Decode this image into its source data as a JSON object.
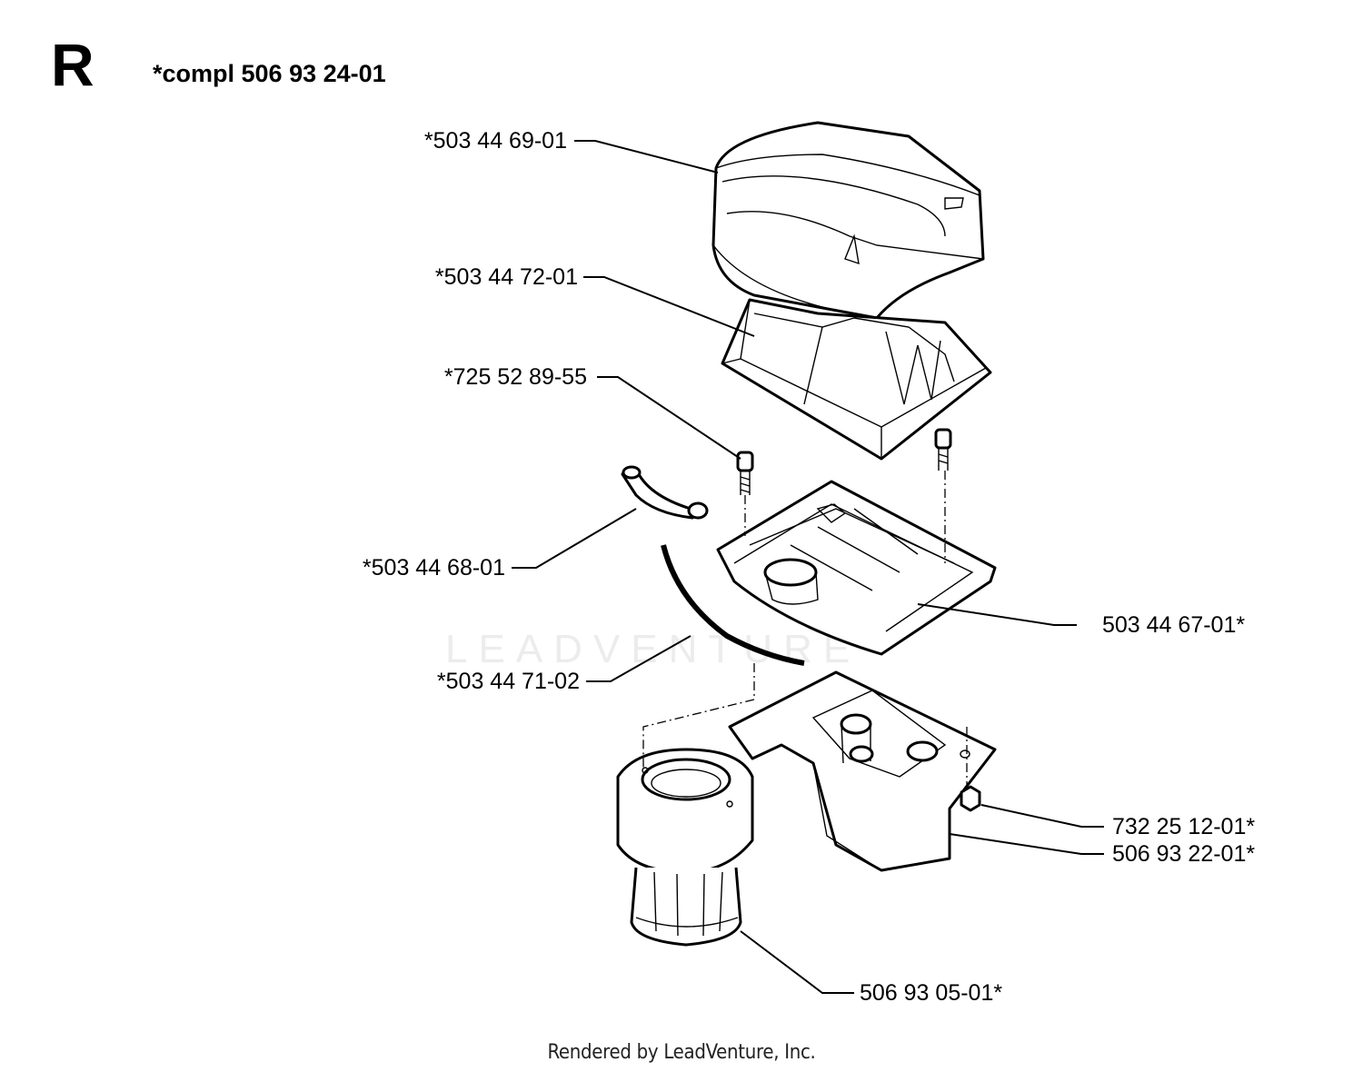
{
  "header": {
    "section_letter": "R",
    "assembly": "*compl 506 93 24-01"
  },
  "watermark": "LEADVENTURE",
  "footer": "Rendered by LeadVenture, Inc.",
  "parts": [
    {
      "id": "air-filter-cover",
      "number": "*503 44 69-01"
    },
    {
      "id": "air-filter",
      "number": "*503 44 72-01"
    },
    {
      "id": "screw",
      "number": "*725 52 89-55"
    },
    {
      "id": "clamp",
      "number": "*503 44 68-01"
    },
    {
      "id": "filter-holder",
      "number": "503 44 67-01*"
    },
    {
      "id": "seal-strip",
      "number": "*503 44 71-02"
    },
    {
      "id": "nut",
      "number": "732 25 12-01*"
    },
    {
      "id": "intake-adapter",
      "number": "506 93 22-01*"
    },
    {
      "id": "rubber-boot",
      "number": "506 93 05-01*"
    }
  ]
}
